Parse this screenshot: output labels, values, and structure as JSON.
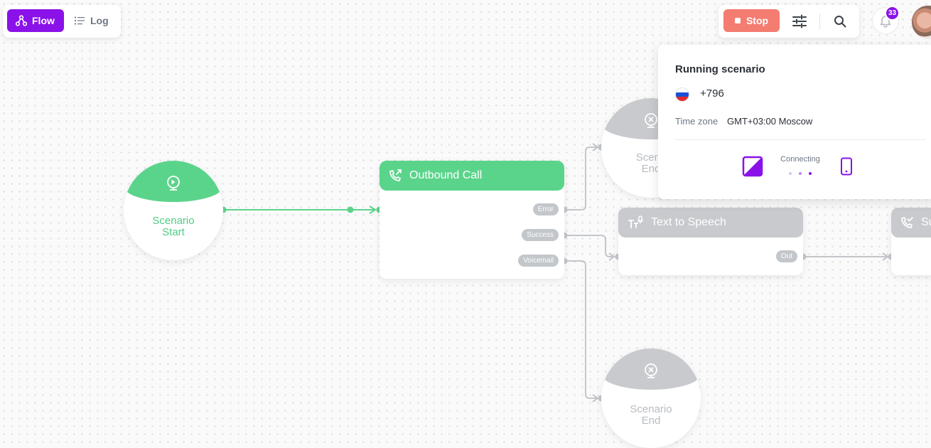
{
  "view_switch": {
    "flow_label": "Flow",
    "log_label": "Log",
    "active": "flow"
  },
  "toolbar": {
    "stop_label": "Stop",
    "notifications_count": "33"
  },
  "nodes": {
    "scenario_start": {
      "line1": "Scenario",
      "line2": "Start"
    },
    "outbound_call": {
      "title": "Outbound Call",
      "ports": [
        "Error",
        "Success",
        "Voicemail"
      ]
    },
    "scenario_end_top": {
      "line1": "Scena",
      "line2": "End"
    },
    "text_to_speech": {
      "title": "Text to Speech",
      "ports": [
        "Out"
      ]
    },
    "next_node": {
      "title": "Su"
    },
    "scenario_end_bottom": {
      "line1": "Scenario",
      "line2": "End"
    }
  },
  "popup": {
    "title": "Running scenario",
    "phone": "+796",
    "timezone_label": "Time zone",
    "timezone_value": "GMT+03:00 Moscow",
    "status": "Connecting"
  },
  "colors": {
    "brand": "#8a12e8",
    "active_green": "#5bd48b",
    "inactive_gray": "#c8cacd",
    "stop": "#f47c70"
  },
  "icons": {
    "flow": "flow-icon",
    "log": "list-icon",
    "settings": "sliders-icon",
    "search": "search-icon",
    "notifications": "bell-icon",
    "start": "play-icon",
    "end": "close-circle-icon",
    "call": "phone-outgoing-icon",
    "tts": "text-speech-icon"
  }
}
